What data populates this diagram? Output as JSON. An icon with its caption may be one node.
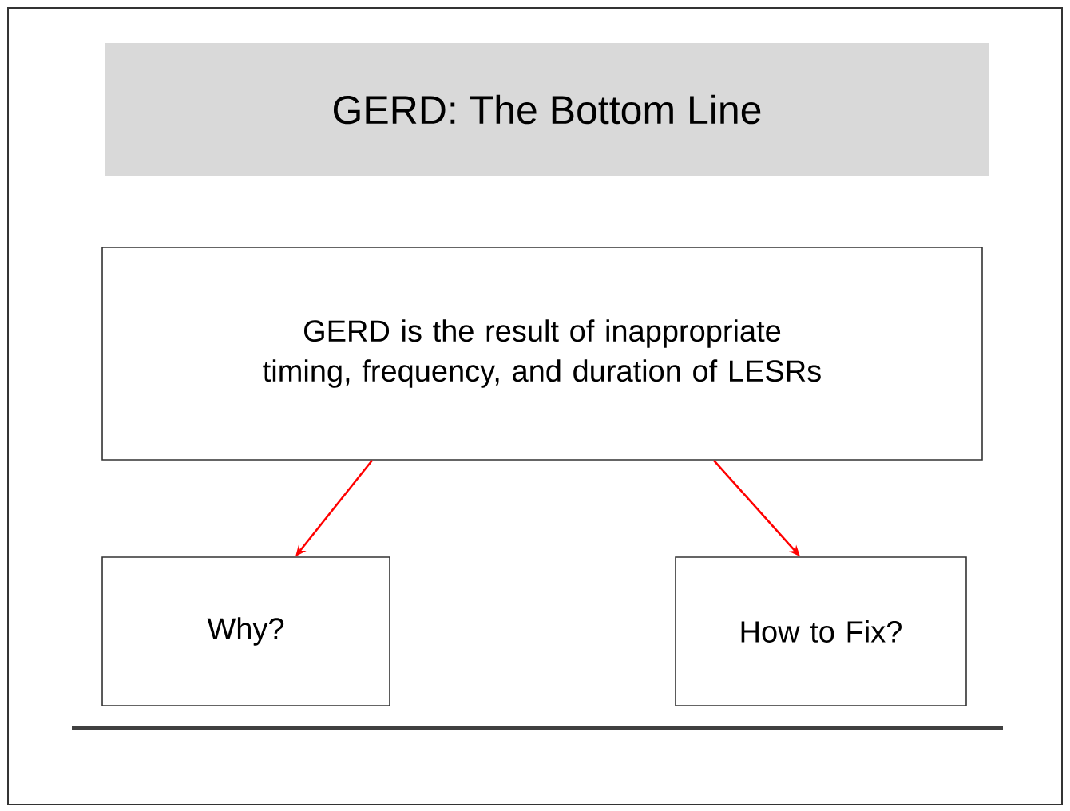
{
  "diagram": {
    "title": "GERD: The Bottom Line",
    "nodes": [
      {
        "text": [
          "GERD is the result of inappropriate timing, frequency, and duration of LESRs"
        ]
      },
      {
        "text": [
          "Why?"
        ]
      },
      {
        "text": [
          "How to Fix?"
        ]
      }
    ],
    "edges": [
      {
        "from": 0,
        "to": 1,
        "arrow": "to",
        "color": "#ff0000"
      },
      {
        "from": 0,
        "to": 2,
        "arrow": "to",
        "color": "#ff0000"
      }
    ]
  }
}
